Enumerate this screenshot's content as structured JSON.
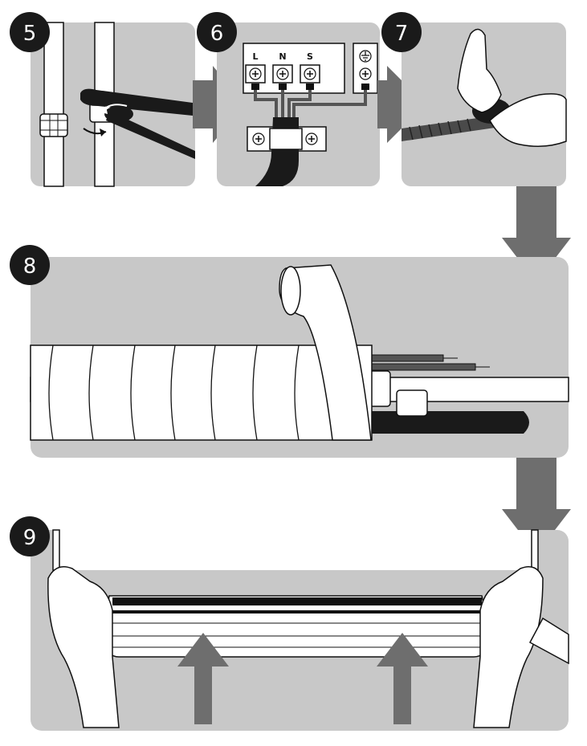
{
  "steps": [
    {
      "number": "5",
      "scene": "pipe-nut-tightening"
    },
    {
      "number": "6",
      "scene": "terminal-block-wiring"
    },
    {
      "number": "7",
      "scene": "taping-connection"
    },
    {
      "number": "8",
      "scene": "wrapping-pipes-with-tape"
    },
    {
      "number": "9",
      "scene": "mounting-unit-on-plate"
    }
  ],
  "terminal_labels": [
    "L",
    "N",
    "S"
  ],
  "colors": {
    "panel": "#c8c8c8",
    "arrow": "#6e6e6e",
    "badge": "#1a1a1a",
    "outline": "#111111",
    "white": "#ffffff"
  }
}
